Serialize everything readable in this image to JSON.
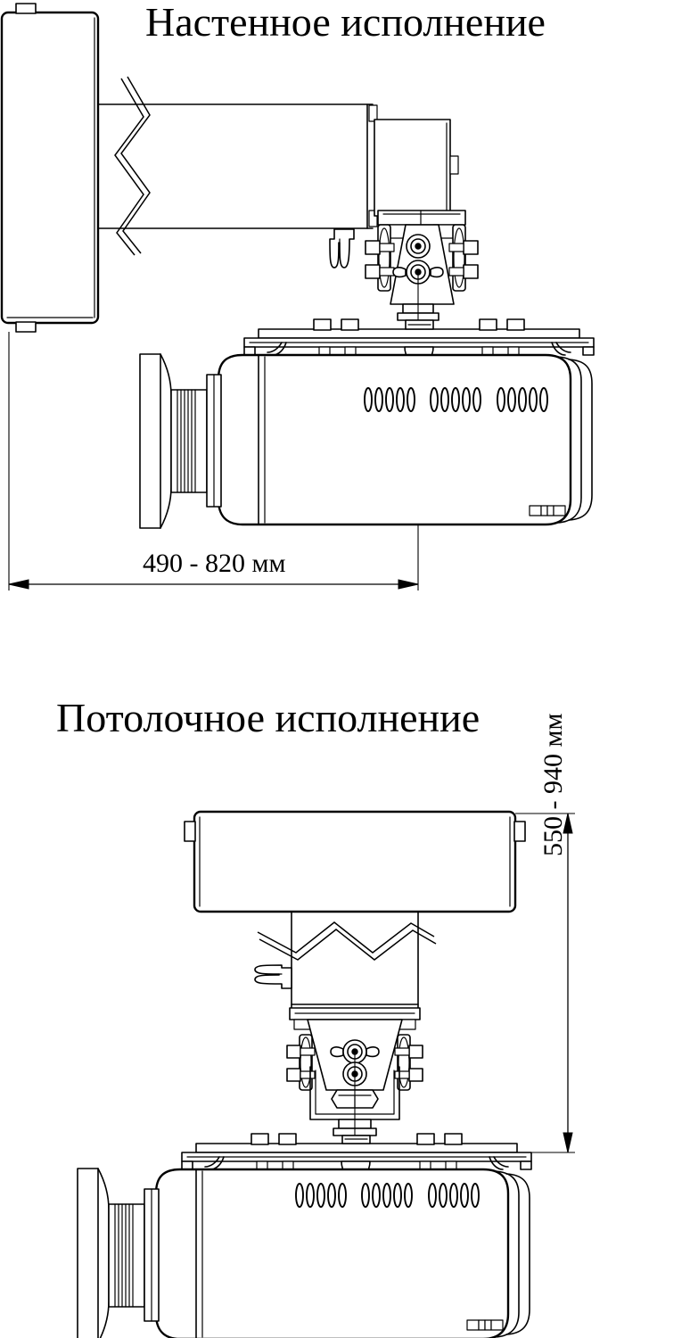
{
  "document": {
    "kind": "technical-line-drawing",
    "subject": "projector mount installation variants",
    "background_color": "#ffffff",
    "line_color": "#000000"
  },
  "sections": {
    "wall": {
      "title": "Настенное исполнение",
      "dimension": {
        "label": "490 - 820 мм",
        "value_min": 490,
        "value_max": 820,
        "unit": "мм",
        "orientation": "horizontal"
      },
      "parts": {
        "wall_plate": "wall-plate",
        "telescoping_arm": "telescoping-arm",
        "break_line": "break-line",
        "drop_box": "drop-box",
        "clamp_handle": "clamp-handle",
        "tilt_bracket": "tilt-bracket",
        "projector": "projector-body"
      }
    },
    "ceiling": {
      "title": "Потолочное исполнение",
      "dimension": {
        "label": "550 - 940 мм",
        "value_min": 550,
        "value_max": 940,
        "unit": "мм",
        "orientation": "vertical"
      },
      "parts": {
        "ceiling_plate": "ceiling-plate",
        "telescoping_tube": "telescoping-tube",
        "break_line": "break-line",
        "clamp_handle": "clamp-handle",
        "tilt_bracket": "tilt-bracket",
        "projector": "projector-body"
      }
    }
  },
  "projector": {
    "vent_groups": 3,
    "vents_per_group": 5,
    "lens": "lens-assembly",
    "mount_rail": "mount-rail",
    "ports": "rear-ports"
  }
}
